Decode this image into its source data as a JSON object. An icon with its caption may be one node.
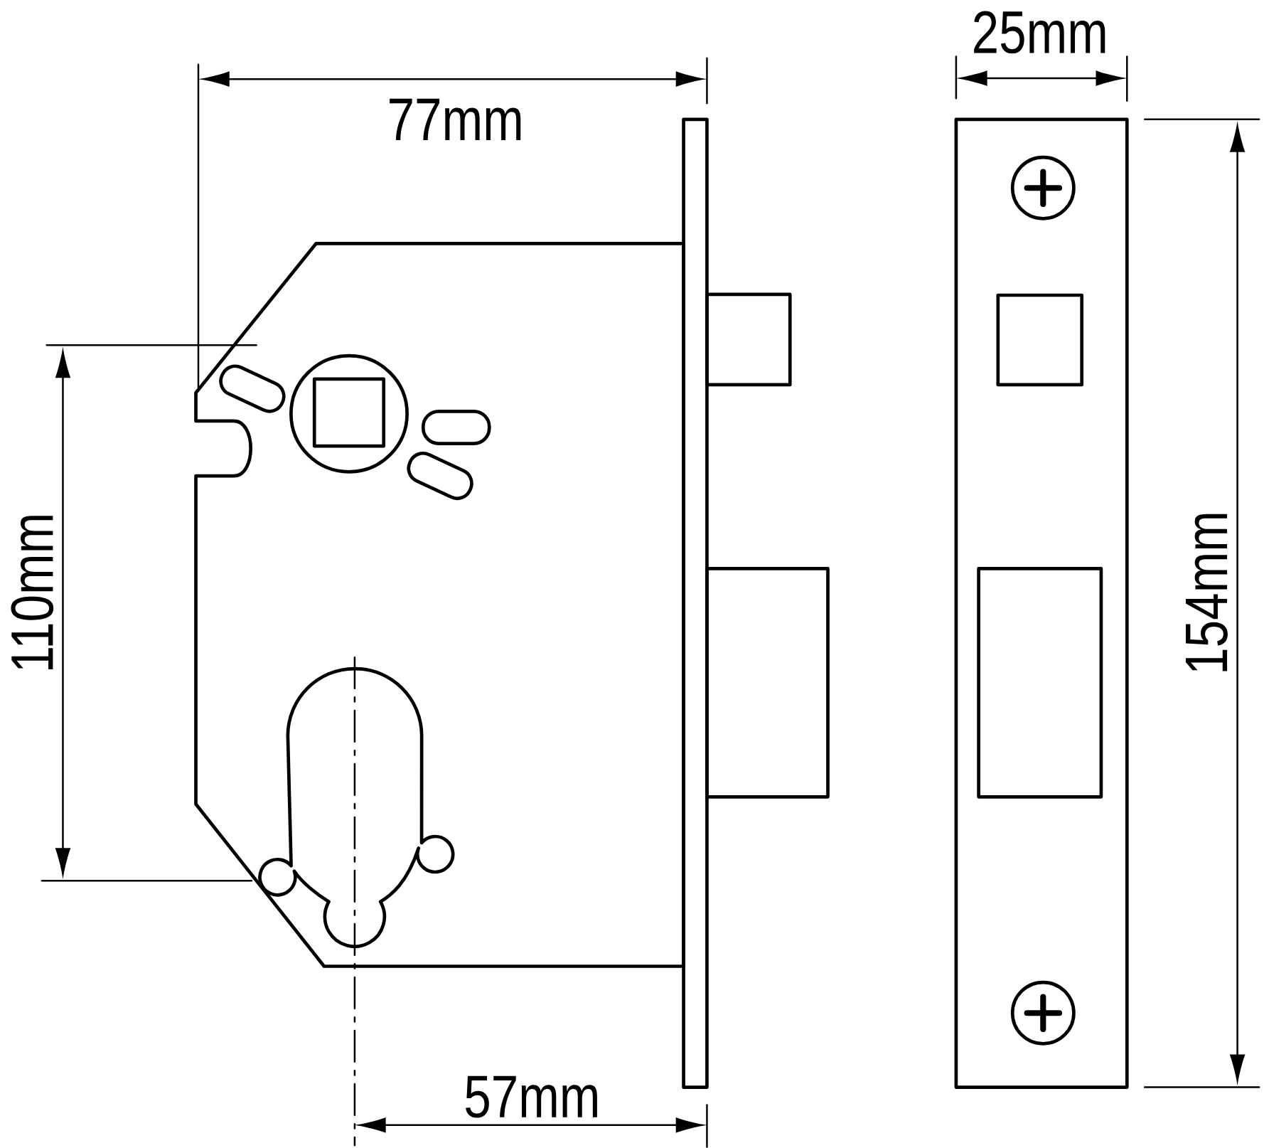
{
  "diagram": {
    "labels": [
      "25mm",
      "77mm",
      "110mm",
      "154mm",
      "57mm"
    ]
  }
}
